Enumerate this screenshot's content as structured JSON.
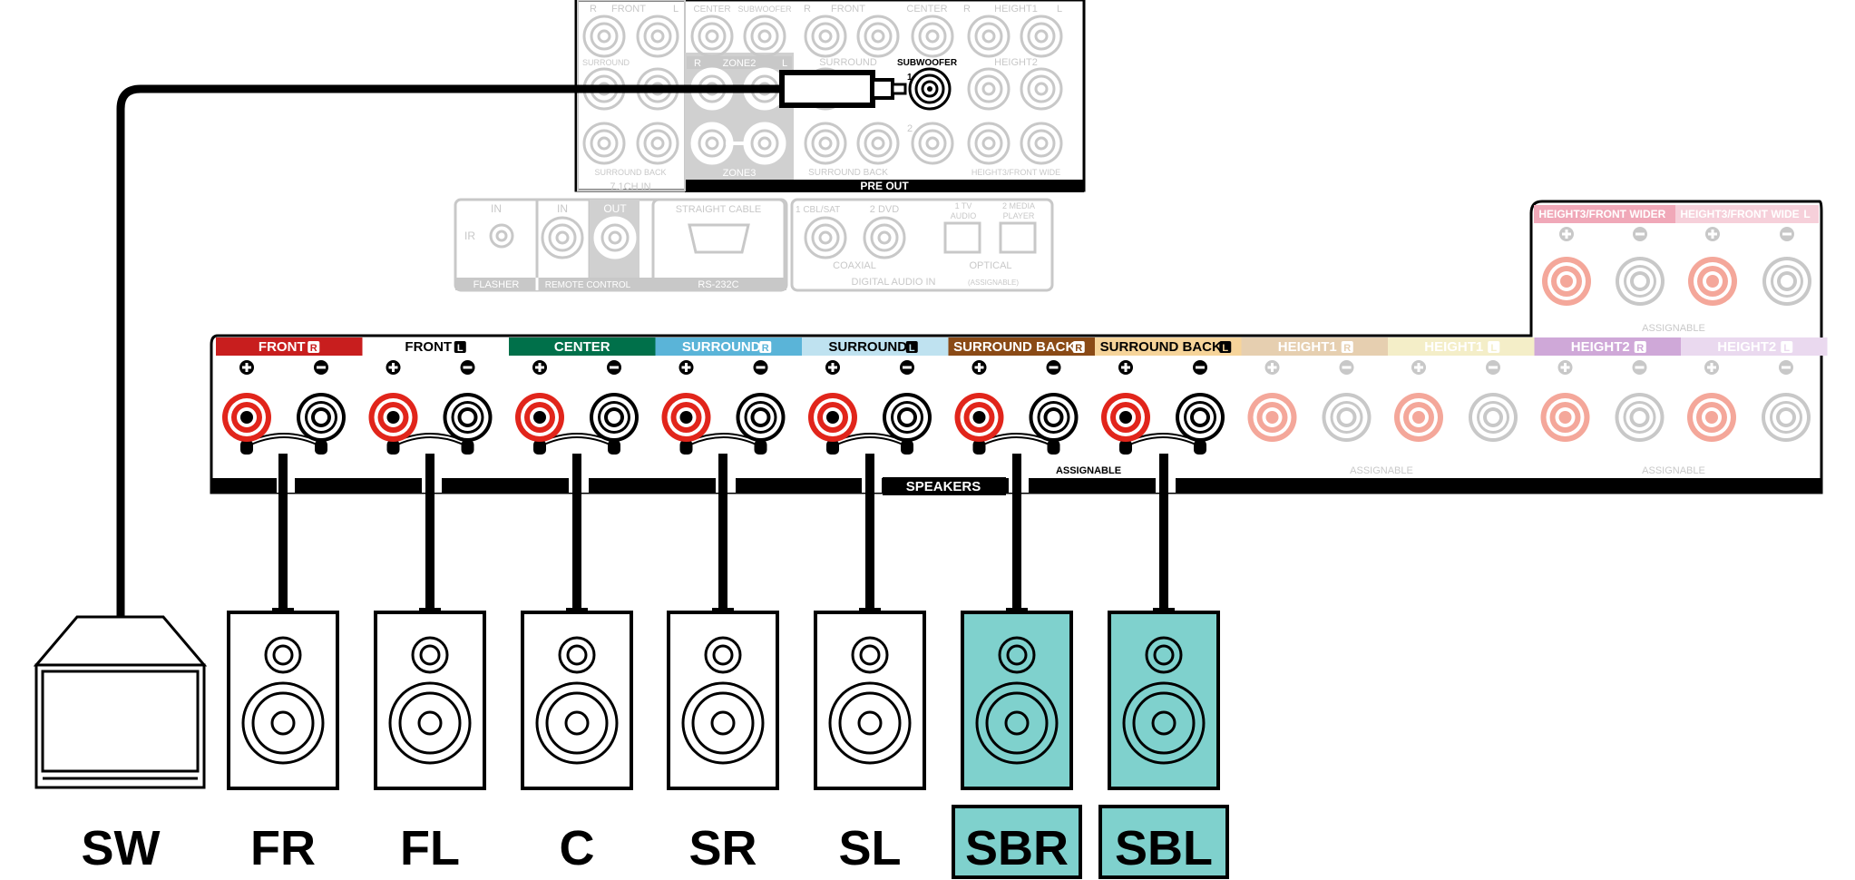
{
  "colors": {
    "red": "#e1251b",
    "gray_light": "#c8c8c8",
    "teal": "#7fd1cd",
    "black": "#000000",
    "front_r": "#c81e1e",
    "center": "#00704a",
    "surround_r": "#5ab4d8",
    "surround_l": "#bfe2f0",
    "sb_r": "#8a4a16",
    "sb_l": "#f6d49a",
    "height1_r": "#e6cfb0",
    "height1_l": "#f4eec8",
    "height2_r": "#cfa8d8",
    "height2_l": "#ead9ef",
    "height3_r": "#f0a8b8",
    "height3_l": "#f6d0da"
  },
  "top_panel": {
    "pre_row1": [
      "FRONT",
      "CENTER",
      "SUBWOOFER",
      "FRONT",
      "CENTER",
      "HEIGHT1"
    ],
    "r": "R",
    "l": "L",
    "zone2": "ZONE2",
    "zone3": "ZONE3",
    "surround": "SURROUND",
    "surround2": "SURROUND",
    "subwoofer": "SUBWOOFER",
    "sub_num1": "1",
    "sub_num2": "2",
    "height2": "HEIGHT2",
    "surround_back": "SURROUND BACK",
    "surround_back2": "SURROUND BACK",
    "height_front_wide": "HEIGHT3/FRONT WIDE",
    "ch71_in": "7.1CH IN",
    "pre_out": "PRE OUT"
  },
  "mid_panel": {
    "flasher_in": "IN",
    "flasher_ir": "IR",
    "flasher": "FLASHER",
    "rc_in": "IN",
    "rc_out": "OUT",
    "remote_control": "REMOTE CONTROL",
    "straight_cable": "STRAIGHT CABLE",
    "rs232c": "RS-232C",
    "cbl_sat": "1 CBL/SAT",
    "dvd": "2 DVD",
    "tv_audio_1": "1 TV",
    "tv_audio_2": "AUDIO",
    "media_player_1": "2 MEDIA",
    "media_player_2": "PLAYER",
    "coaxial": "COAXIAL",
    "optical": "OPTICAL",
    "digital_audio_in": "DIGITAL AUDIO IN",
    "assignable_paren": "(ASSIGNABLE)"
  },
  "speaker_panel": {
    "labels": [
      "FRONT",
      "FRONT",
      "CENTER",
      "SURROUND",
      "SURROUND",
      "SURROUND BACK",
      "SURROUND BACK",
      "HEIGHT1",
      "HEIGHT1",
      "HEIGHT2",
      "HEIGHT2"
    ],
    "sides": [
      "R",
      "L",
      "",
      "R",
      "L",
      "R",
      "L",
      "R",
      "L",
      "R",
      "L"
    ],
    "height3_r": "HEIGHT3/FRONT WIDE",
    "height3_l": "HEIGHT3/FRONT WIDE",
    "speakers_label": "SPEAKERS",
    "assignable_1": "ASSIGNABLE",
    "assignable_2": "ASSIGNABLE",
    "assignable_3": "ASSIGNABLE",
    "assignable_4": "ASSIGNABLE"
  },
  "bottom_labels": [
    "SW",
    "FR",
    "FL",
    "C",
    "SR",
    "SL",
    "SBR",
    "SBL"
  ],
  "highlighted": [
    "SBR",
    "SBL"
  ]
}
